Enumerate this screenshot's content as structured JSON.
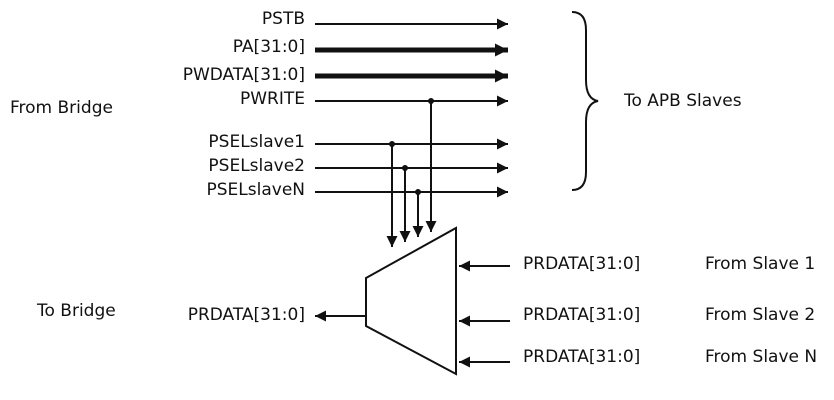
{
  "colors": {
    "stroke": "#111111",
    "background": "#ffffff"
  },
  "side_labels": {
    "from_bridge": "From Bridge",
    "to_apb_slaves": "To APB Slaves",
    "to_bridge": "To Bridge"
  },
  "input_signals": {
    "pstb": "PSTB",
    "pa": "PA[31:0]",
    "pwdata": "PWDATA[31:0]",
    "pwrite": "PWRITE",
    "pselslave1": "PSELslave1",
    "pselslave2": "PSELslave2",
    "pselslaven": "PSELslaveN"
  },
  "mux_output": {
    "signal": "PRDATA[31:0]"
  },
  "slave_inputs": [
    {
      "signal": "PRDATA[31:0]",
      "source": "From Slave 1"
    },
    {
      "signal": "PRDATA[31:0]",
      "source": "From Slave 2"
    },
    {
      "signal": "PRDATA[31:0]",
      "source": "From Slave N"
    }
  ],
  "icons": {
    "brace": "right-curly-brace",
    "arrow": "arrow-head",
    "junction": "junction-dot",
    "mux": "multiplexer-trapezoid"
  }
}
